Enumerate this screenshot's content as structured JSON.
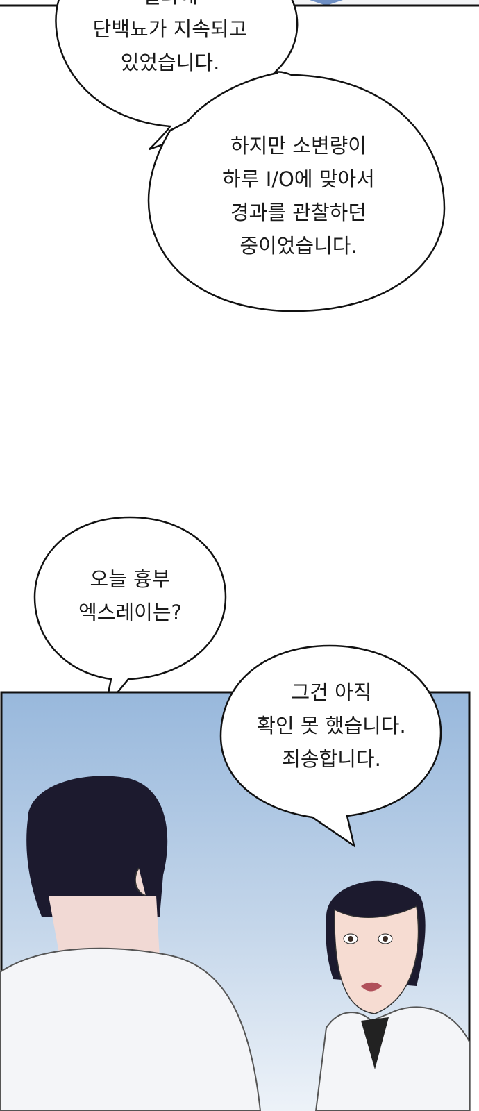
{
  "bubbles": [
    {
      "lines": [
        "결과에",
        "단백뇨가 지속되고",
        "있었습니다."
      ]
    },
    {
      "lines": [
        "하지만 소변량이",
        "하루 I/O에 맞아서",
        "경과를 관찰하던",
        "중이었습니다."
      ]
    },
    {
      "lines": [
        "오늘 흉부",
        "엑스레이는?"
      ]
    },
    {
      "lines": [
        "그건 아직",
        "확인 못 했습니다.",
        "죄송합니다."
      ]
    }
  ],
  "colors": {
    "panel_sky_top": "#98b8dc",
    "panel_sky_bottom": "#e6eef7",
    "outline": "#111111"
  }
}
